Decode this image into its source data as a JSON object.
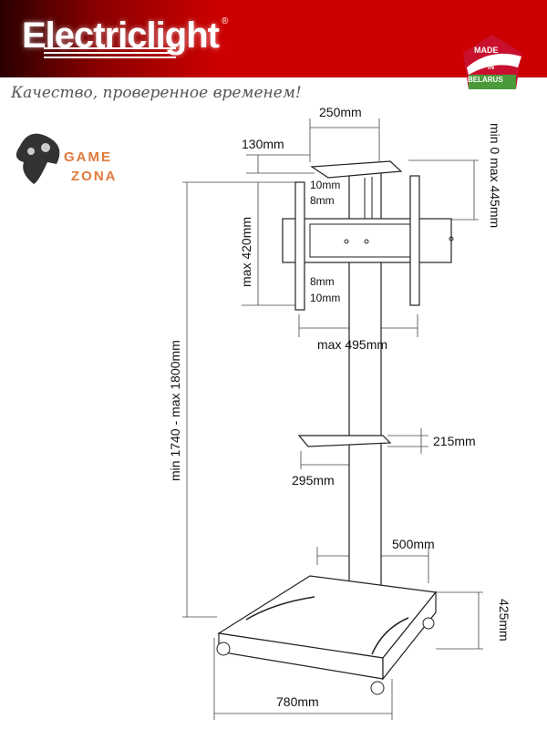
{
  "header": {
    "logo_text": "Electriclight",
    "registered_mark": "®",
    "badge": {
      "line1": "MADE",
      "line2": "IN",
      "line3": "BELARUS"
    },
    "brand_color": "#cc0000"
  },
  "slogan": "Качество, проверенное временем!",
  "gamezona": {
    "line1": "GAME",
    "line2": "ZONA",
    "color": "#e07a3a"
  },
  "dimensions": {
    "top_shelf_width": "250mm",
    "top_shelf_depth": "130mm",
    "top_shelf_height_range": "min 0 max 445mm",
    "mount_top_10": "10mm",
    "mount_top_8": "8mm",
    "mount_height": "max 420mm",
    "mount_bottom_8": "8mm",
    "mount_bottom_10": "10mm",
    "mount_width": "max 495mm",
    "total_height": "min 1740 - max 1800mm",
    "mid_shelf_depth": "215mm",
    "mid_shelf_width": "295mm",
    "base_depth": "500mm",
    "base_height": "425mm",
    "base_width": "780mm"
  }
}
